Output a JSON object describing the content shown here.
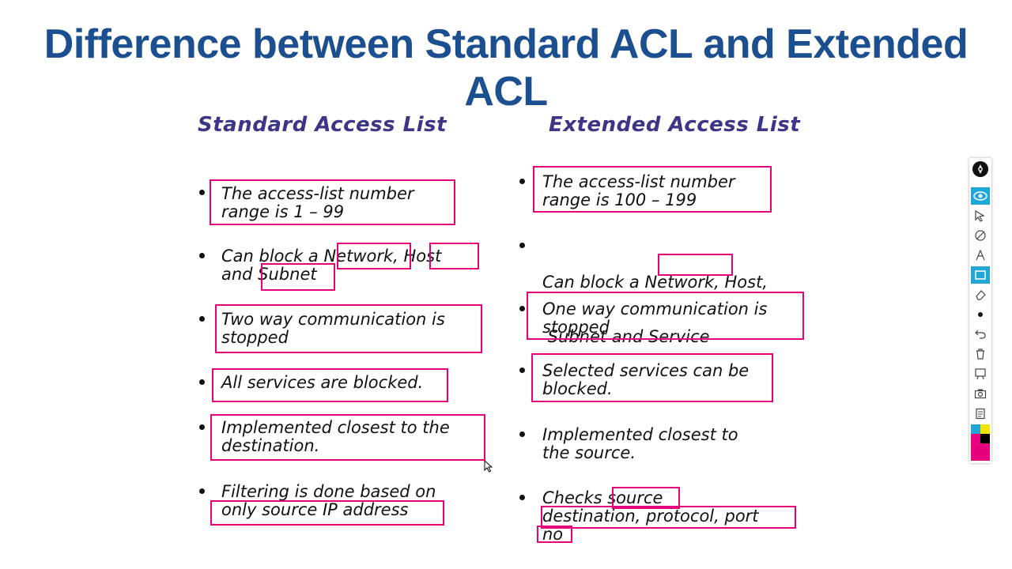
{
  "title": "Difference between Standard ACL and Extended ACL",
  "standard": {
    "heading": "Standard Access List",
    "items": [
      {
        "line1": "The access-list number",
        "line2": "range is 1 – 99"
      },
      {
        "line1": "Can block a Network, Host",
        "line2": "and Subnet"
      },
      {
        "line1": "Two way communication is",
        "line2": "stopped"
      },
      {
        "line1": "All services are blocked.",
        "line2": ""
      },
      {
        "line1": "Implemented closest to the",
        "line2": "destination."
      },
      {
        "line1": "Filtering is done based on",
        "line2": "only source IP address"
      }
    ]
  },
  "extended": {
    "heading": "Extended Access List",
    "items": [
      {
        "line1": "The access-list number",
        "line2": "range is 100 – 199"
      },
      {
        "line1": "Can block a Network, Host,",
        "line2": " Subnet and Service"
      },
      {
        "line1": "One way communication is",
        "line2": "stopped"
      },
      {
        "line1": "Selected services can be",
        "line2": "blocked."
      },
      {
        "line1": "Implemented closest to",
        "line2": "the source."
      },
      {
        "line1": "Checks source",
        "line2": "destination, protocol, port",
        "line3": "no"
      }
    ]
  },
  "toolbar": {
    "icons": [
      "pen-logo-icon",
      "eye-icon",
      "pointer-icon",
      "no-pen-icon",
      "text-icon",
      "rectangle-icon",
      "eraser-icon",
      "dot-icon",
      "undo-icon",
      "trash-icon",
      "board-icon",
      "camera-icon",
      "clipboard-icon"
    ],
    "colors": [
      "#21a7d6",
      "#f5e400",
      "#e6007e",
      "#000000"
    ]
  }
}
